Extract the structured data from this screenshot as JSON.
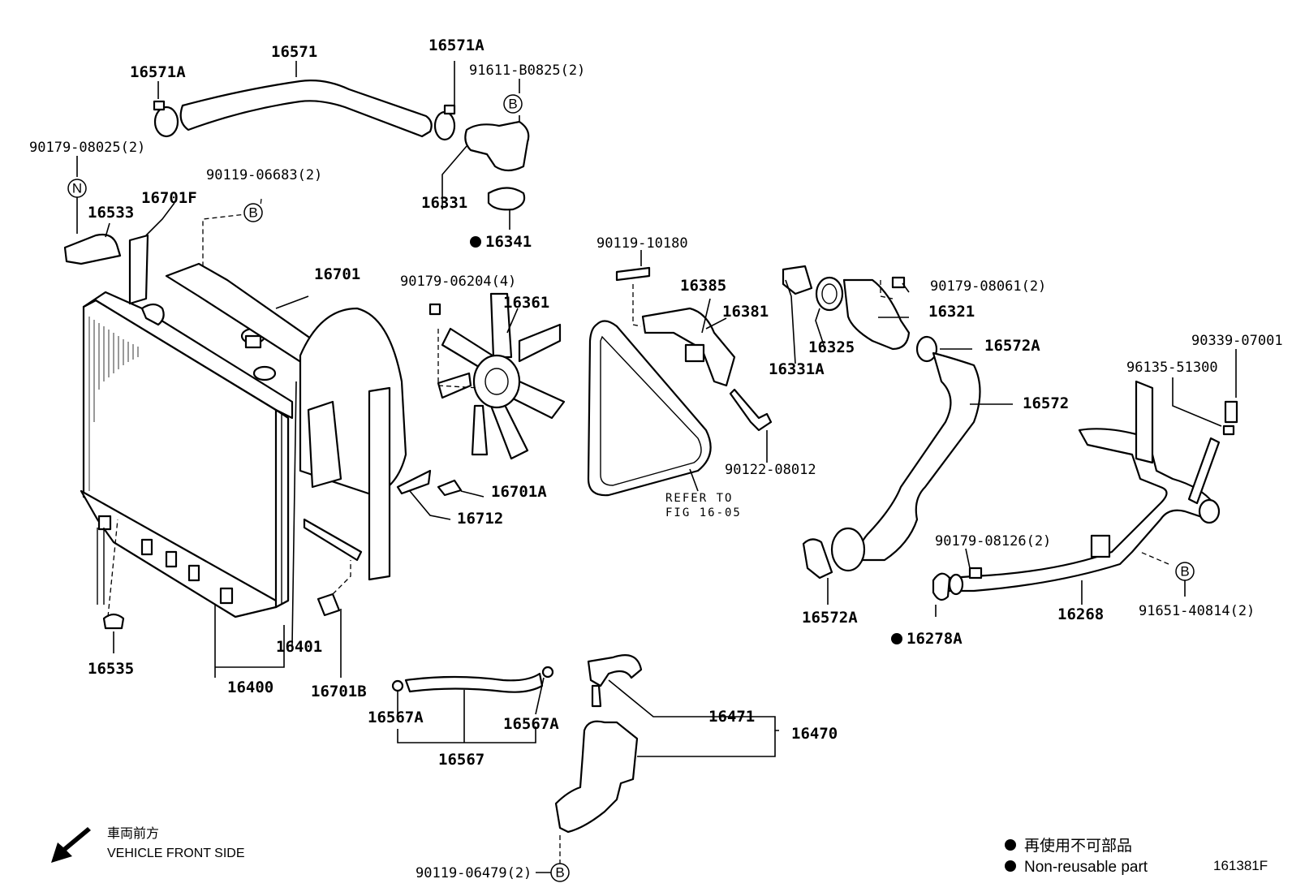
{
  "labels": {
    "p16571": "16571",
    "p16571A_left": "16571A",
    "p16571A_right": "16571A",
    "p91611": "91611-B0825(2)",
    "p90179_08025": "90179-08025(2)",
    "p90119_06683": "90119-06683(2)",
    "p16331": "16331",
    "p16341": "16341",
    "p16533": "16533",
    "p16701F": "16701F",
    "p16701": "16701",
    "p90179_06204": "90179-06204(4)",
    "p16361": "16361",
    "p90119_10180": "90119-10180",
    "p16385": "16385",
    "p16381": "16381",
    "p90179_08061": "90179-08061(2)",
    "p16321": "16321",
    "p16325": "16325",
    "p16331A": "16331A",
    "p16572A_top": "16572A",
    "p90339": "90339-07001",
    "p96135": "96135-51300",
    "p16572": "16572",
    "p90122": "90122-08012",
    "p16701A": "16701A",
    "p16712": "16712",
    "p16401": "16401",
    "p16400": "16400",
    "p16535": "16535",
    "p16701B": "16701B",
    "p90179_08126": "90179-08126(2)",
    "p16572A_bottom": "16572A",
    "p16268": "16268",
    "p91651": "91651-40814(2)",
    "p16278A": "16278A",
    "p16567A_left": "16567A",
    "p16567A_right": "16567A",
    "p16567": "16567",
    "p16471": "16471",
    "p16470": "16470",
    "p90119_06479": "90119-06479(2)"
  },
  "refer": {
    "line1": "REFER TO",
    "line2": "FIG 16-05"
  },
  "markers": {
    "b": "B",
    "n": "N"
  },
  "front_side": {
    "jp": "車両前方",
    "en": "VEHICLE FRONT SIDE"
  },
  "legend": {
    "jp": "再使用不可部品",
    "en": "Non-reusable part"
  },
  "figure_code": "161381F"
}
